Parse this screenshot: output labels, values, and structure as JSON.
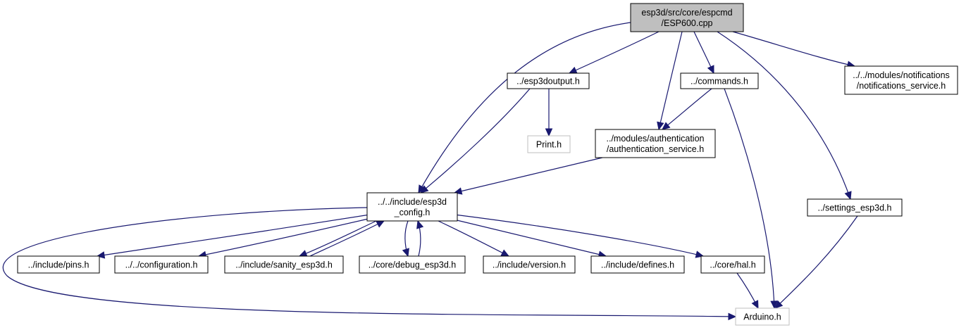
{
  "colors": {
    "edge": "#191970",
    "root_fill": "#bfbfbf",
    "node_fill": "#ffffff",
    "node_border": "#000000",
    "external_border": "#bfbfbf"
  },
  "nodes": [
    {
      "id": "esp600",
      "lines": [
        "esp3d/src/core/espcmd",
        "/ESP600.cpp"
      ],
      "style": "root"
    },
    {
      "id": "esp3doutput",
      "lines": [
        "../esp3doutput.h"
      ],
      "style": "normal"
    },
    {
      "id": "commands",
      "lines": [
        "../commands.h"
      ],
      "style": "normal"
    },
    {
      "id": "notifications",
      "lines": [
        "../../modules/notifications",
        "/notifications_service.h"
      ],
      "style": "normal"
    },
    {
      "id": "print",
      "lines": [
        "Print.h"
      ],
      "style": "external"
    },
    {
      "id": "authentication",
      "lines": [
        "../modules/authentication",
        "/authentication_service.h"
      ],
      "style": "normal"
    },
    {
      "id": "esp3d_config",
      "lines": [
        "../../include/esp3d",
        "_config.h"
      ],
      "style": "normal"
    },
    {
      "id": "settings",
      "lines": [
        "../settings_esp3d.h"
      ],
      "style": "normal"
    },
    {
      "id": "pins",
      "lines": [
        "../include/pins.h"
      ],
      "style": "normal"
    },
    {
      "id": "configuration",
      "lines": [
        "../../configuration.h"
      ],
      "style": "normal"
    },
    {
      "id": "sanity",
      "lines": [
        "../include/sanity_esp3d.h"
      ],
      "style": "normal"
    },
    {
      "id": "debug",
      "lines": [
        "../core/debug_esp3d.h"
      ],
      "style": "normal"
    },
    {
      "id": "version",
      "lines": [
        "../include/version.h"
      ],
      "style": "normal"
    },
    {
      "id": "defines",
      "lines": [
        "../include/defines.h"
      ],
      "style": "normal"
    },
    {
      "id": "hal",
      "lines": [
        "../core/hal.h"
      ],
      "style": "normal"
    },
    {
      "id": "arduino",
      "lines": [
        "Arduino.h"
      ],
      "style": "external"
    }
  ],
  "edges": [
    [
      "esp600",
      "esp3d_config"
    ],
    [
      "esp600",
      "esp3doutput"
    ],
    [
      "esp600",
      "authentication"
    ],
    [
      "esp600",
      "commands"
    ],
    [
      "esp600",
      "notifications"
    ],
    [
      "esp600",
      "settings"
    ],
    [
      "esp3doutput",
      "print"
    ],
    [
      "esp3doutput",
      "esp3d_config"
    ],
    [
      "commands",
      "authentication"
    ],
    [
      "commands",
      "arduino"
    ],
    [
      "authentication",
      "esp3d_config"
    ],
    [
      "settings",
      "arduino"
    ],
    [
      "esp3d_config",
      "pins"
    ],
    [
      "esp3d_config",
      "configuration"
    ],
    [
      "esp3d_config",
      "sanity"
    ],
    [
      "sanity",
      "esp3d_config"
    ],
    [
      "esp3d_config",
      "debug"
    ],
    [
      "debug",
      "esp3d_config"
    ],
    [
      "esp3d_config",
      "version"
    ],
    [
      "esp3d_config",
      "defines"
    ],
    [
      "esp3d_config",
      "hal"
    ],
    [
      "esp3d_config",
      "arduino"
    ],
    [
      "hal",
      "arduino"
    ]
  ]
}
